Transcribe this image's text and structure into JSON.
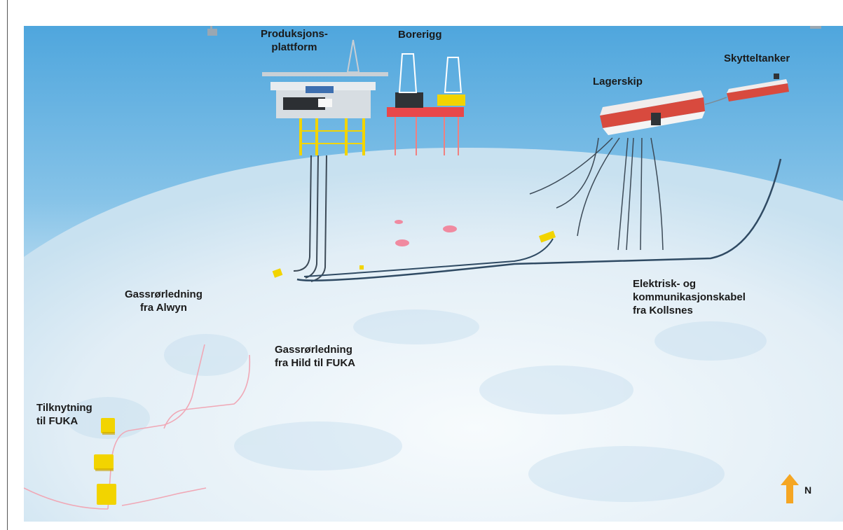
{
  "labels": {
    "produksjonsplattform": [
      "Produksjons-",
      "plattform"
    ],
    "borerigg": "Borerigg",
    "lagerskip": "Lagerskip",
    "skytteltanker": "Skytteltanker",
    "gass_alwyn": [
      "Gassrørledning",
      "fra Alwyn"
    ],
    "gass_hild": [
      "Gassrørledning",
      "fra Hild til FUKA"
    ],
    "kabel": [
      "Elektrisk- og",
      "kommunikasjonskabel",
      "fra Kollsnes"
    ],
    "tilknytning": [
      "Tilknytning",
      "til FUKA"
    ],
    "north": "N"
  },
  "colors": {
    "sea_top": "#5fb0df",
    "sea_bottom": "#eef6fb",
    "seabed": "#e6f1f7",
    "structure_yellow": "#f2d400",
    "rig_red": "#e9474a",
    "hull_red": "#d84a3e",
    "pipeline_pink": "#f0a8b6",
    "cable_dark": "#2f4a63",
    "arrow_orange": "#f5a623"
  },
  "icons": {
    "north_arrow": "north-arrow-icon"
  }
}
